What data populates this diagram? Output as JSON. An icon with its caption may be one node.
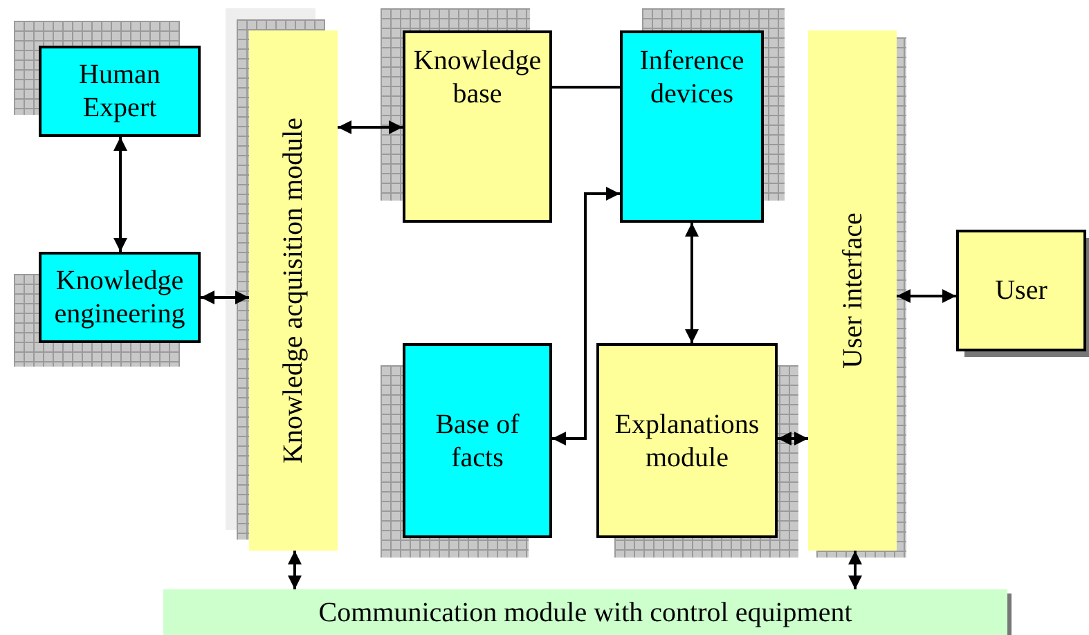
{
  "diagram": {
    "nodes": [
      {
        "text": [
          "Human Expert"
        ]
      },
      {
        "text": [
          "Knowledge engineering"
        ]
      },
      {
        "text": [
          "Knowledge acquisition module"
        ]
      },
      {
        "text": [
          "Knowledge base"
        ]
      },
      {
        "text": [
          "Inference devices"
        ]
      },
      {
        "text": [
          "Base of facts"
        ]
      },
      {
        "text": [
          "Explanations module"
        ]
      },
      {
        "text": [
          "User interface"
        ]
      },
      {
        "text": [
          "User"
        ]
      },
      {
        "text": [
          "Communication module with control equipment"
        ]
      }
    ],
    "edges": [
      {
        "from": 0,
        "to": 1,
        "arrow": "both"
      },
      {
        "from": 1,
        "to": 2,
        "arrow": "both"
      },
      {
        "from": 2,
        "to": 3,
        "arrow": "both"
      },
      {
        "from": 3,
        "to": 4,
        "arrow": "none"
      },
      {
        "from": 4,
        "to": 6,
        "arrow": "both"
      },
      {
        "from": 5,
        "to": 4,
        "arrow": "both"
      },
      {
        "from": 6,
        "to": 7,
        "arrow": "both"
      },
      {
        "from": 7,
        "to": 8,
        "arrow": "both"
      },
      {
        "from": 2,
        "to": 9,
        "arrow": "both"
      },
      {
        "from": 7,
        "to": 9,
        "arrow": "both"
      }
    ]
  }
}
